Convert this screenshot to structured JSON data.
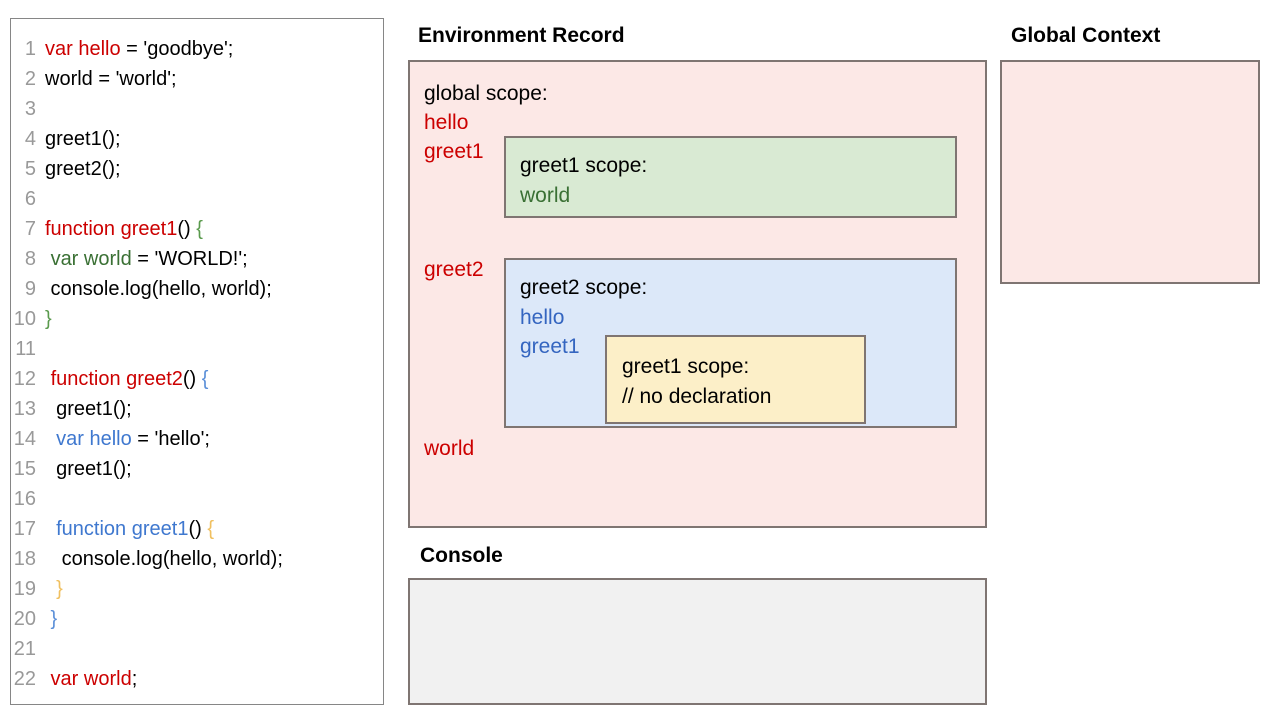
{
  "code_panel": {
    "lines": [
      {
        "n": "1",
        "tokens": [
          {
            "t": "var hello",
            "c": "red"
          },
          {
            "t": " = 'goodbye';",
            "c": "black"
          }
        ]
      },
      {
        "n": "2",
        "tokens": [
          {
            "t": "world = 'world';",
            "c": "black"
          }
        ]
      },
      {
        "n": "3",
        "tokens": []
      },
      {
        "n": "4",
        "tokens": [
          {
            "t": "greet1();",
            "c": "black"
          }
        ]
      },
      {
        "n": "5",
        "tokens": [
          {
            "t": "greet2();",
            "c": "black"
          }
        ]
      },
      {
        "n": "6",
        "tokens": []
      },
      {
        "n": "7",
        "tokens": [
          {
            "t": "function greet1",
            "c": "red"
          },
          {
            "t": "() ",
            "c": "black"
          },
          {
            "t": "{",
            "c": "grn-br"
          }
        ]
      },
      {
        "n": "8",
        "tokens": [
          {
            "t": " ",
            "c": "black"
          },
          {
            "t": "var world",
            "c": "green"
          },
          {
            "t": " = 'WORLD!';",
            "c": "black"
          }
        ]
      },
      {
        "n": "9",
        "tokens": [
          {
            "t": " console.log(hello, world);",
            "c": "black"
          }
        ]
      },
      {
        "n": "10",
        "tokens": [
          {
            "t": "}",
            "c": "grn-br"
          }
        ]
      },
      {
        "n": "11",
        "tokens": []
      },
      {
        "n": "12",
        "tokens": [
          {
            "t": " ",
            "c": "black"
          },
          {
            "t": "function greet2",
            "c": "red"
          },
          {
            "t": "() ",
            "c": "black"
          },
          {
            "t": "{",
            "c": "blu-br"
          }
        ]
      },
      {
        "n": "13",
        "tokens": [
          {
            "t": "  greet1();",
            "c": "black"
          }
        ]
      },
      {
        "n": "14",
        "tokens": [
          {
            "t": "  ",
            "c": "black"
          },
          {
            "t": "var hello",
            "c": "blue"
          },
          {
            "t": " = 'hello';",
            "c": "black"
          }
        ]
      },
      {
        "n": "15",
        "tokens": [
          {
            "t": "  greet1();",
            "c": "black"
          }
        ]
      },
      {
        "n": "16",
        "tokens": []
      },
      {
        "n": "17",
        "tokens": [
          {
            "t": "  ",
            "c": "black"
          },
          {
            "t": "function greet1",
            "c": "blue"
          },
          {
            "t": "() ",
            "c": "black"
          },
          {
            "t": "{",
            "c": "amber"
          }
        ]
      },
      {
        "n": "18",
        "tokens": [
          {
            "t": "   console.log(hello, world);",
            "c": "black"
          }
        ]
      },
      {
        "n": "19",
        "tokens": [
          {
            "t": "  }",
            "c": "amber"
          }
        ]
      },
      {
        "n": "20",
        "tokens": [
          {
            "t": " }",
            "c": "blu-br"
          }
        ]
      },
      {
        "n": "21",
        "tokens": []
      },
      {
        "n": "22",
        "tokens": [
          {
            "t": " var world",
            "c": "red"
          },
          {
            "t": ";",
            "c": "black"
          }
        ]
      }
    ]
  },
  "titles": {
    "environment_record": "Environment Record",
    "global_context": "Global Context",
    "console": "Console"
  },
  "environment_record": {
    "global_scope": {
      "heading": "global scope:",
      "bindings": [
        "hello",
        "greet1",
        "greet2",
        "world"
      ]
    },
    "greet1_scope": {
      "heading": "greet1 scope:",
      "bindings": [
        "world"
      ]
    },
    "greet2_scope": {
      "heading": "greet2 scope:",
      "bindings": [
        "hello",
        "greet1"
      ]
    },
    "nested_greet1_scope": {
      "heading": "greet1 scope:",
      "bindings": [
        "// no declaration"
      ]
    }
  },
  "global_context": {
    "entries": []
  },
  "console": {
    "output": []
  },
  "colors": {
    "red": "#cc0000",
    "green": "#3a7034",
    "blue": "#3465c0",
    "amber": "#f0c060",
    "pink_fill": "#fce8e6",
    "green_fill": "#d9ead3",
    "blue_fill": "#dce8f9",
    "yellow_fill": "#fcefc8",
    "gray_fill": "#f1f1f1",
    "border": "#7f7572"
  }
}
